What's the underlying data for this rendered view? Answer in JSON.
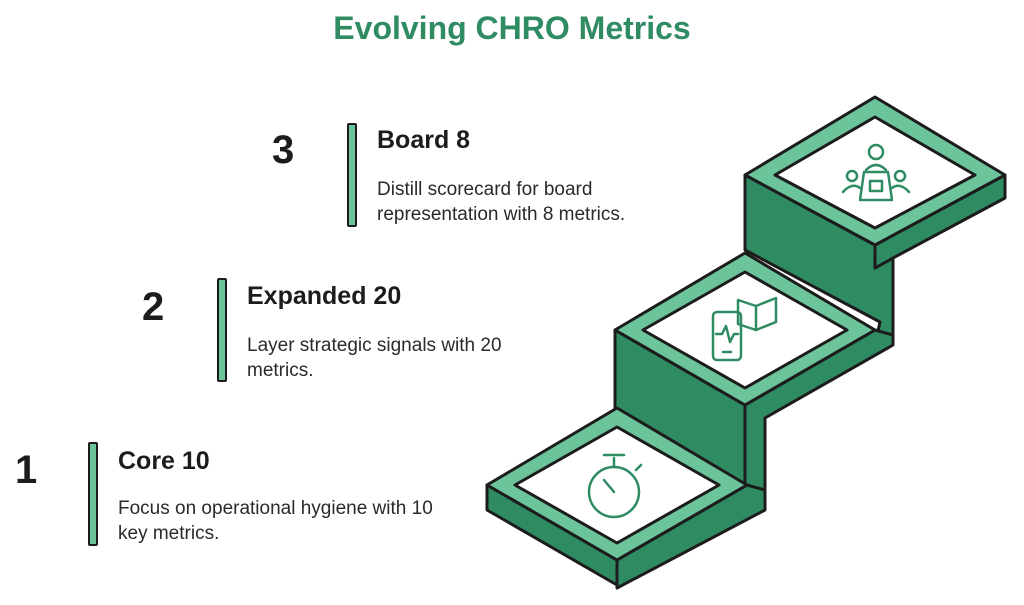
{
  "title": "Evolving CHRO Metrics",
  "steps": [
    {
      "number": "1",
      "heading": "Core 10",
      "description": "Focus on operational hygiene with 10 key metrics.",
      "icon": "stopwatch-icon"
    },
    {
      "number": "2",
      "heading": "Expanded 20",
      "description": "Layer strategic signals with 20 metrics.",
      "icon": "phone-heartbeat-book-icon"
    },
    {
      "number": "3",
      "heading": "Board 8",
      "description": "Distill scorecard for board representation with 8 metrics.",
      "icon": "boardroom-meeting-icon"
    }
  ],
  "colors": {
    "accent": "#2e8b62",
    "light_green": "#6cc49a",
    "dark_green": "#2e8b62",
    "outline": "#1c1c1c"
  }
}
